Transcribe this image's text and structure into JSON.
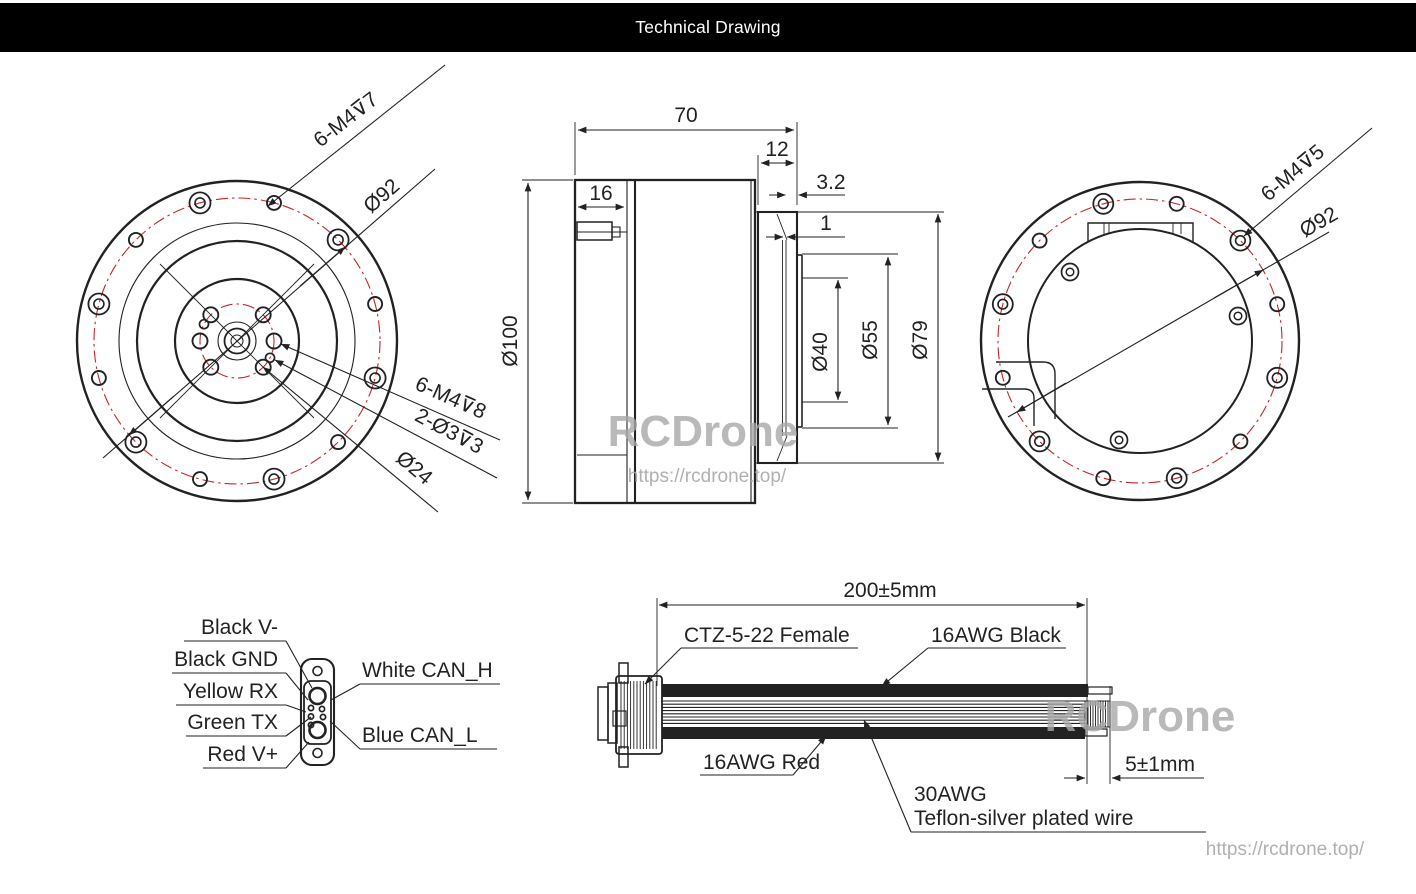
{
  "header": {
    "title": "Technical Drawing"
  },
  "watermarks": {
    "brand": "RCDrone",
    "url": "https://rcdrone.top/"
  },
  "front_view": {
    "label_bolts_top": "6-M4⊽7",
    "label_bolt_circle": "Ø92",
    "label_bolts_inner": "6-M4⊽8",
    "label_pin_holes": "2-Ø3⊽3",
    "label_hub": "Ø24"
  },
  "side_view": {
    "dim_length": "70",
    "dim_rear": "12",
    "dim_step": "3.2",
    "dim_front_section": "16",
    "dim_lip": "1",
    "dim_outer_dia": "Ø100",
    "dim_bore_dia": "Ø40",
    "dim_recess_dia": "Ø55",
    "dim_flange_dia": "Ø79"
  },
  "back_view": {
    "label_bolts": "6-M4⊽5",
    "label_bolt_circle": "Ø92"
  },
  "pinout": {
    "left": [
      "Black  V-",
      "Black GND",
      "Yellow RX",
      "Green TX",
      "Red V+"
    ],
    "right": [
      "White CAN_H",
      "Blue CAN_L"
    ]
  },
  "cable": {
    "dim_length": "200±5mm",
    "label_connector": "CTZ-5-22 Female",
    "label_wire_black": "16AWG Black",
    "label_wire_red": "16AWG Red",
    "dim_strip": "5±1mm",
    "label_signal_1": "30AWG",
    "label_signal_2": "Teflon-silver plated wire"
  },
  "colors": {
    "line": "#222222",
    "centerline_red": "#c42626",
    "watermark": "#a8a8a8",
    "titlebar_bg": "#000000",
    "titlebar_text": "#ffffff"
  }
}
